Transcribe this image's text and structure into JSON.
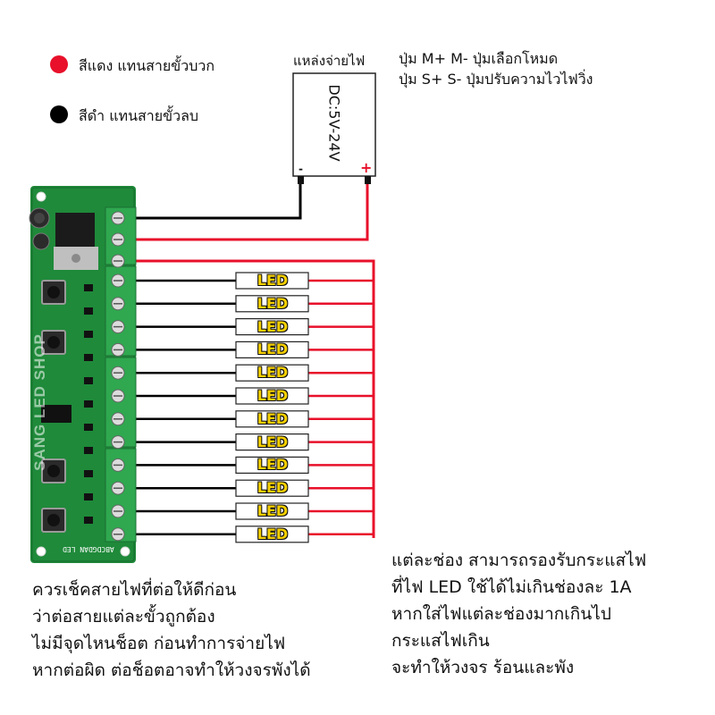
{
  "legend": {
    "red": {
      "color": "#e8102a",
      "text": "สีแดง แทนสายขั้วบวก"
    },
    "black": {
      "color": "#000000",
      "text": "สีดำ แทนสายขั้วลบ"
    }
  },
  "power_supply": {
    "title": "แหล่งจ่ายไฟ",
    "voltage": "DC:5V-24V",
    "minus": "-",
    "plus": "+"
  },
  "buttons_info": {
    "line1": "ปุ่ม M+ M- ปุ่มเลือกโหมด",
    "line2": "ปุ่ม S+ S- ปุ่มปรับความไวไฟวิ่ง"
  },
  "board": {
    "watermark": "SANG LED SHOP",
    "silk_label": "ABCDGDAN LED",
    "channels": 12
  },
  "led_labels": [
    "LED",
    "LED",
    "LED",
    "LED",
    "LED",
    "LED",
    "LED",
    "LED",
    "LED",
    "LED",
    "LED",
    "LED"
  ],
  "note_left": {
    "line1": "ควรเช็คสายไฟที่ต่อให้ดีก่อน",
    "line2": "ว่าต่อสายแต่ละขั้วถูกต้อง",
    "line3": "ไม่มีจุดไหนช็อต ก่อนทำการจ่ายไฟ",
    "line4": "หากต่อผิด ต่อช็อตอาจทำให้วงจรพังได้"
  },
  "note_right": {
    "line1": "แต่ละช่อง สามารถรองรับกระแสไฟ",
    "line2": "ที่ไฟ LED ใช้ได้ไม่เกินช่องละ 1A",
    "line3": "หากใส่ไฟแต่ละช่องมากเกินไป",
    "line4": "กระแสไฟเกิน",
    "line5": "จะทำให้วงจร ร้อนและพัง"
  }
}
